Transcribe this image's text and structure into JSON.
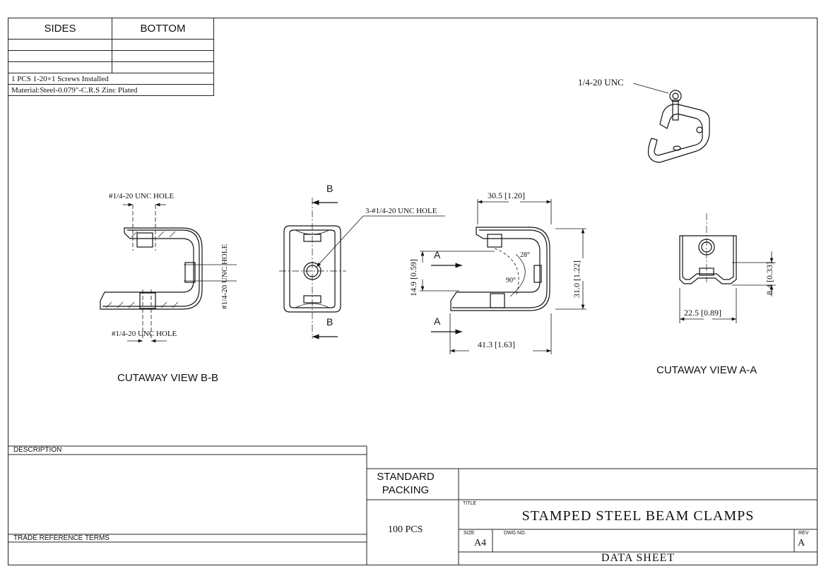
{
  "spec_table": {
    "col_sides": "SIDES",
    "col_bottom": "BOTTOM",
    "note1": "1 PCS 1-20×1 Screws Installed",
    "note2": "Material:Steel-0.079\"-C.R.S Zinc Plated"
  },
  "drawing": {
    "iso_label": "1/4-20 UNC",
    "left_hole_top": "#1/4-20 UNC HOLE",
    "left_hole_side": "#1/4-20 UNC HOLE",
    "left_hole_bottom": "#1/4-20 UNC HOLE",
    "mid_section_b_top": "B",
    "mid_section_b_bottom": "B",
    "mid_holes": "3-#1/4-20 UNC HOLE",
    "dim_width_top": "30.5 [1.20]",
    "dim_height": "31.0 [1.22]",
    "dim_throat": "14.9 [0.59]",
    "dim_length": "41.3 [1.63]",
    "section_a_top": "A",
    "section_a_bottom": "A",
    "angle_90": "90°",
    "angle_28": "28°",
    "dim_right_h": "8.4 [0.33]",
    "dim_right_w": "22.5 [0.89]",
    "view_bb": "CUTAWAY VIEW B-B",
    "view_aa": "CUTAWAY VIEW A-A"
  },
  "title_block": {
    "description_label": "DESCRIPTION",
    "trade_terms_label": "TRADE REFERENCE TERMS",
    "standard_packing": "STANDARD PACKING",
    "packing_qty": "100 PCS",
    "title_label": "TITLE",
    "title": "STAMPED STEEL BEAM CLAMPS",
    "size_label": "SIZE",
    "size": "A4",
    "dwg_label": "DWG NO.",
    "dwg_no": "",
    "rev_label": "REV",
    "rev": "A",
    "footer": "DATA SHEET"
  }
}
